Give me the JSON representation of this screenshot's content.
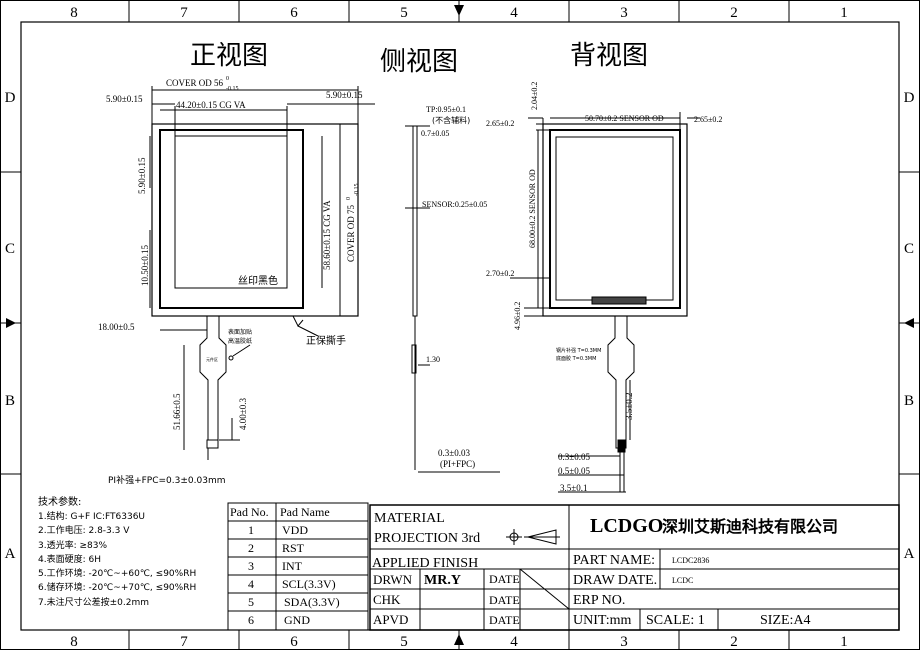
{
  "border": {
    "cols": [
      "8",
      "7",
      "6",
      "5",
      "4",
      "3",
      "2",
      "1"
    ],
    "rows": [
      "D",
      "C",
      "B",
      "A"
    ]
  },
  "views": {
    "front": "正视图",
    "side": "侧视图",
    "back": "背视图"
  },
  "front": {
    "cover_od": "COVER OD 56",
    "cover_od_tol_top": "0",
    "cover_od_tol_bot": "-0.15",
    "left_margin": "5.90±0.15",
    "right_margin": "5.90±0.15",
    "va_width": "44.20±0.15 CG VA",
    "top_margin": "5.90±0.15",
    "bottom_margin": "10.50±0.15",
    "va_height": "58.60±0.15 CG VA",
    "cover_od_h": "COVER OD 75",
    "cover_od_h_tol_top": "0",
    "cover_od_h_tol_bot": "-0.15",
    "silk_black": "丝印黑色",
    "tape_note_1": "表面加贴",
    "tape_note_2": "高温胶纸",
    "pull_tab": "正保撕手",
    "fpc_offset": "18.00±0.5",
    "fpc_length": "51.66±0.5",
    "stiff_len": "4.00±0.3",
    "stiffener_note": "PI补强+FPC=0.3±0.03mm",
    "small_label": "元件区"
  },
  "side": {
    "tp": "TP:0.95±0.1",
    "tp_note": "(不含辅料)",
    "layer": "0.7±0.05",
    "sensor": "SENSOR:0.25±0.05",
    "fpc_thk": "1.30",
    "pi_fpc": "0.3±0.03",
    "pi_fpc_note": "(PI+FPC)"
  },
  "back": {
    "top_dim": "2.04±0.2",
    "left_dim": "2.65±0.2",
    "sensor_od_w": "50.70±0.2 SENSOR OD",
    "right_dim": "2.65±0.2",
    "sensor_od_h": "68.00±0.2 SENSOR OD",
    "left_dim2": "2.70±0.2",
    "bottom_dim": "4.96±0.2",
    "note1": "钢片补强  T=0.3MM",
    "note2": "底面胶  T=0.3MM",
    "tail_len": "3.5±0.2",
    "w1": "0.3±0.05",
    "w2": "0.5±0.05",
    "w3": "3.5±0.1"
  },
  "tech": {
    "title": "技术参数:",
    "lines": [
      "1.结构: G+F  IC:FT6336U",
      "2.工作电压: 2.8-3.3 V",
      "3.透光率: ≥83%",
      "4.表面硬度: 6H",
      "5.工作环境: -20℃~+60℃, ≤90%RH",
      "6.储存环境: -20℃~+70℃, ≤90%RH",
      "7.未注尺寸公差按±0.2mm"
    ]
  },
  "pads": {
    "headers": [
      "Pad No.",
      "Pad Name"
    ],
    "rows": [
      [
        "1",
        "VDD"
      ],
      [
        "2",
        "RST"
      ],
      [
        "3",
        "INT"
      ],
      [
        "4",
        "SCL(3.3V)"
      ],
      [
        "5",
        "SDA(3.3V)"
      ],
      [
        "6",
        "GND"
      ]
    ]
  },
  "title_block": {
    "material": "MATERIAL",
    "projection": "PROJECTION 3rd",
    "applied_finish": "APPLIED FINISH",
    "drwn": "DRWN",
    "drwn_val": "MR.Y",
    "chk": "CHK",
    "apvd": "APVD",
    "date": "DATE",
    "logo": "LCDGO",
    "company": "深圳艾斯迪科技有限公司",
    "part_name_label": "PART NAME:",
    "part_name": "LCDC2836",
    "draw_date_label": "DRAW DATE.",
    "draw_date": "LCDC",
    "erp": "ERP NO.",
    "unit": "UNIT:mm",
    "scale": "SCALE: 1",
    "size": "SIZE:A4"
  }
}
